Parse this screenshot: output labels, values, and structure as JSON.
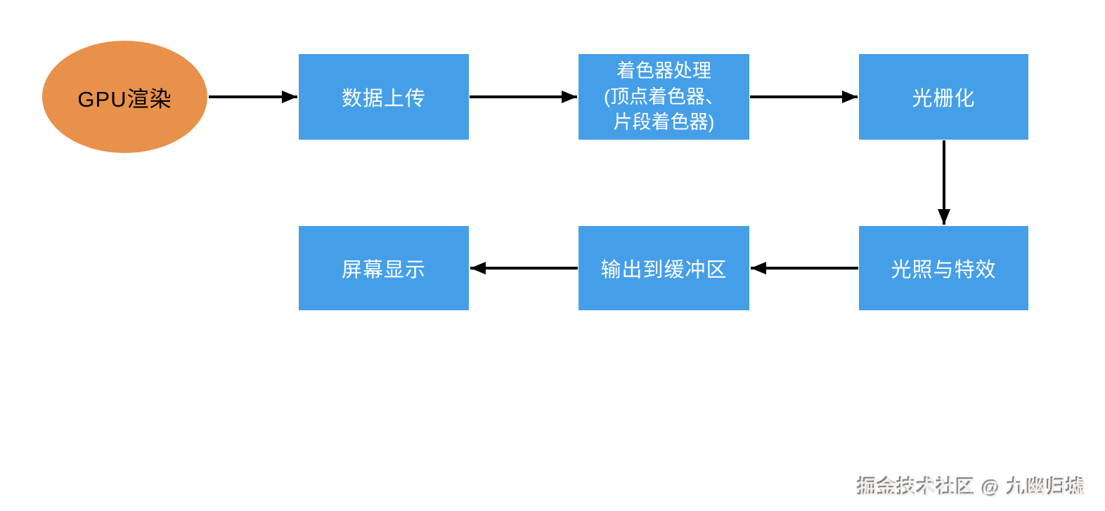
{
  "diagram": {
    "title": "GPU rendering pipeline flowchart",
    "nodes": [
      {
        "id": "gpu-render",
        "shape": "ellipse",
        "label": "GPU渲染"
      },
      {
        "id": "data-upload",
        "shape": "rect",
        "label": "数据上传"
      },
      {
        "id": "shader-processing",
        "shape": "rect",
        "label": "着色器处理\n(顶点着色器、\n片段着色器)"
      },
      {
        "id": "rasterization",
        "shape": "rect",
        "label": "光栅化"
      },
      {
        "id": "lighting-effects",
        "shape": "rect",
        "label": "光照与特效"
      },
      {
        "id": "output-buffer",
        "shape": "rect",
        "label": "输出到缓冲区"
      },
      {
        "id": "screen-display",
        "shape": "rect",
        "label": "屏幕显示"
      }
    ],
    "edges": [
      {
        "from": "gpu-render",
        "to": "data-upload",
        "direction": "right"
      },
      {
        "from": "data-upload",
        "to": "shader-processing",
        "direction": "right"
      },
      {
        "from": "shader-processing",
        "to": "rasterization",
        "direction": "right"
      },
      {
        "from": "rasterization",
        "to": "lighting-effects",
        "direction": "down"
      },
      {
        "from": "lighting-effects",
        "to": "output-buffer",
        "direction": "left"
      },
      {
        "from": "output-buffer",
        "to": "screen-display",
        "direction": "left"
      }
    ],
    "colors": {
      "process_fill": "#459FE8",
      "start_fill": "#E8914A",
      "process_text": "#FFFFFF",
      "start_text": "#000000",
      "arrow": "#000000",
      "background": "#FFFFFF"
    }
  },
  "watermark": {
    "text": "掘金技术社区 @ 九幽归墟"
  }
}
